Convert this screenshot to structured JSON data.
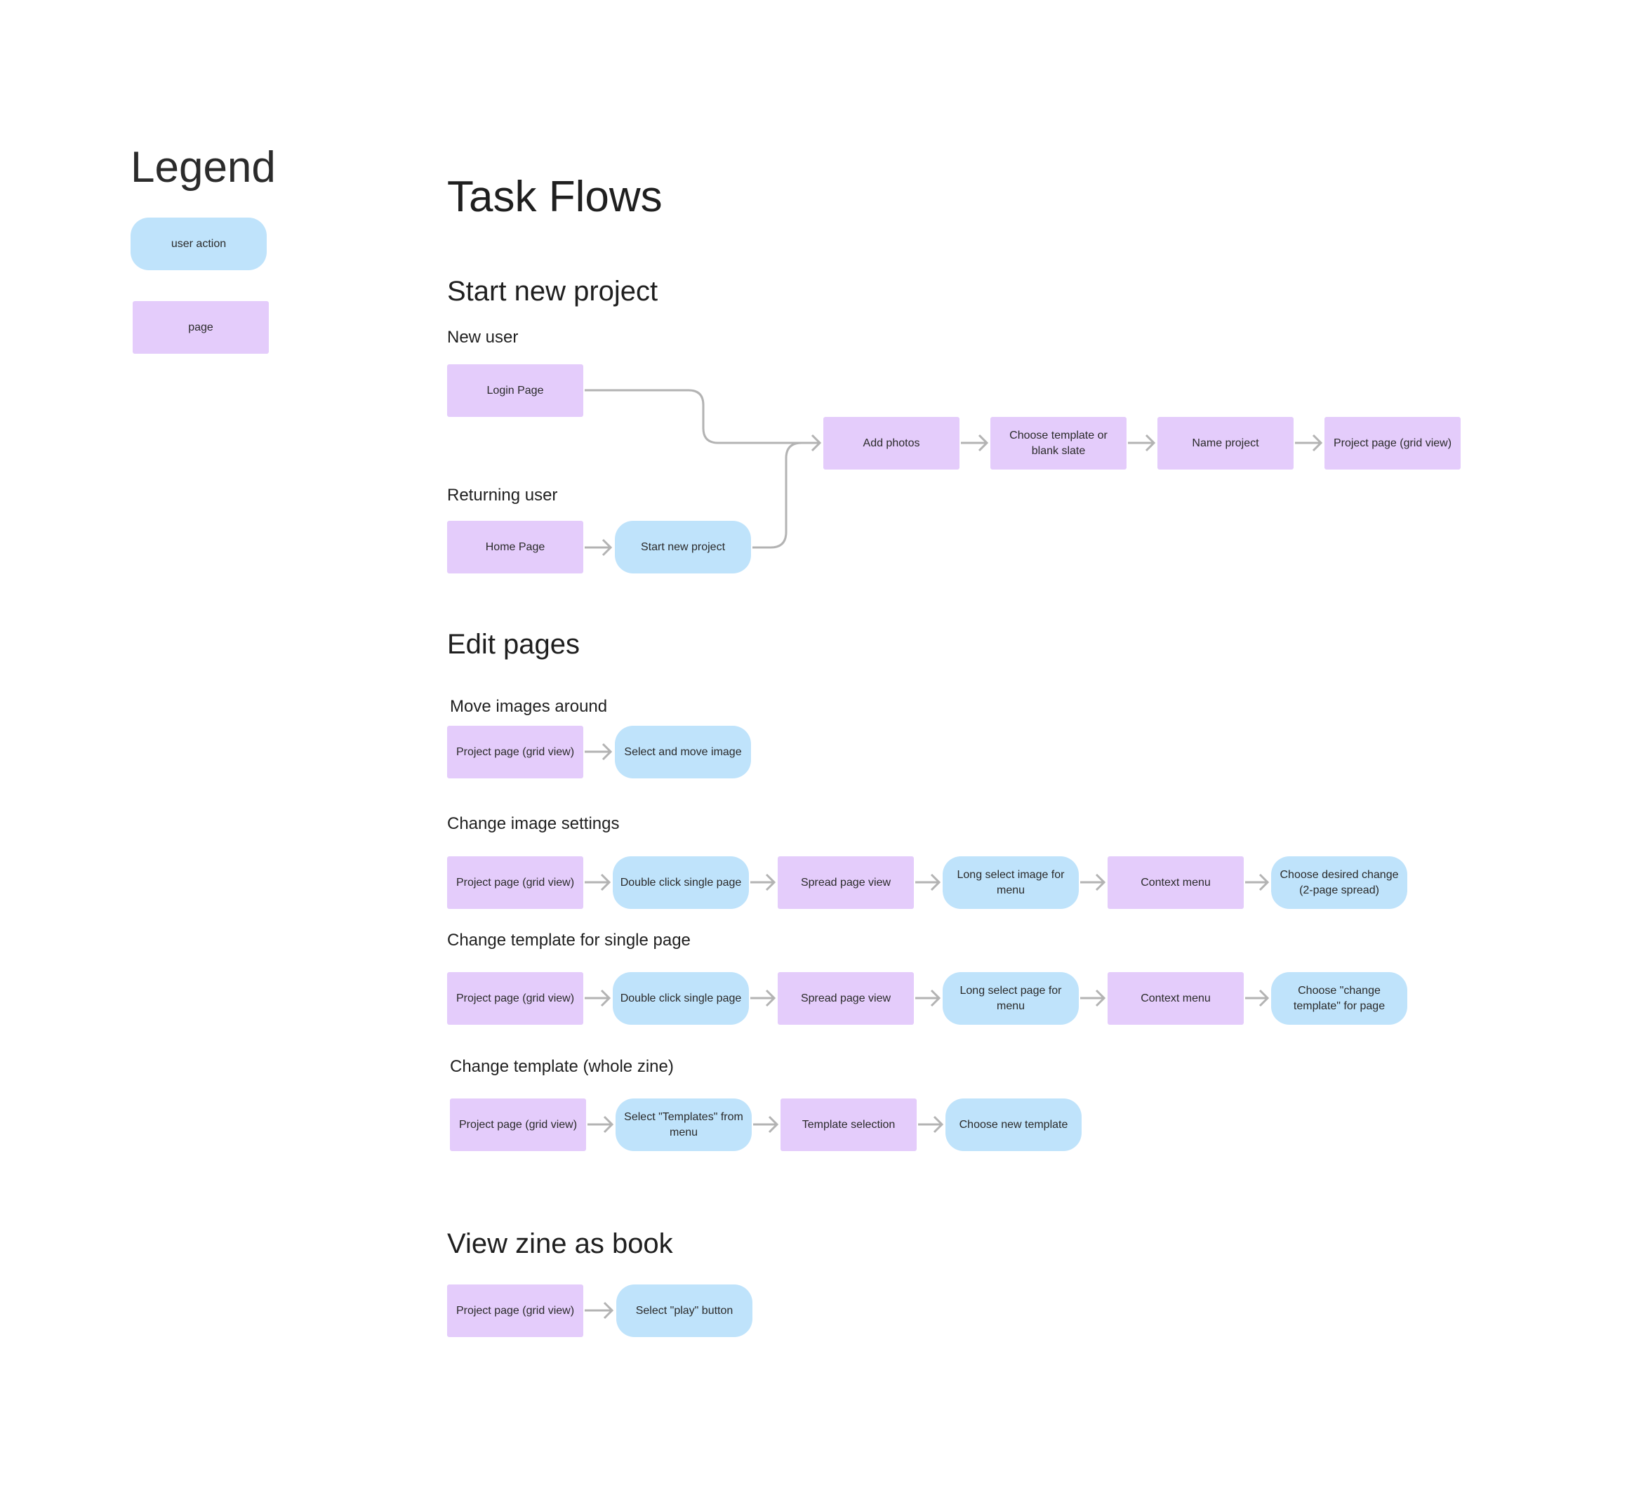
{
  "colors": {
    "page": "#e4ccfb",
    "user_action": "#bfe3fb",
    "connector": "#b3b3b3"
  },
  "legend": {
    "title": "Legend",
    "items": [
      {
        "label": "user action",
        "kind": "action"
      },
      {
        "label": "page",
        "kind": "page"
      }
    ]
  },
  "title": "Task Flows",
  "sections": {
    "start": {
      "title": "Start new project",
      "new_user": "New user",
      "returning_user": "Returning user",
      "nodes": {
        "login": "Login Page",
        "home": "Home Page",
        "start_new": "Start new project",
        "add_photos": "Add photos",
        "choose_template": "Choose template or blank slate",
        "name_project": "Name project",
        "project_page": "Project page (grid view)"
      }
    },
    "edit": {
      "title": "Edit pages",
      "move": {
        "title": "Move images around",
        "nodes": [
          "Project page (grid view)",
          "Select and move image"
        ]
      },
      "image_settings": {
        "title": "Change image settings",
        "nodes": [
          "Project page (grid view)",
          "Double click single page",
          "Spread page view",
          "Long select image for menu",
          "Context menu",
          "Choose desired change (2-page spread)"
        ]
      },
      "template_single": {
        "title": "Change template for single page",
        "nodes": [
          "Project page (grid view)",
          "Double click single page",
          "Spread page view",
          "Long select page for menu",
          "Context menu",
          "Choose \"change template\" for page"
        ]
      },
      "template_whole": {
        "title": "Change template (whole zine)",
        "nodes": [
          "Project page (grid view)",
          "Select \"Templates\" from menu",
          "Template selection",
          "Choose new template"
        ]
      }
    },
    "view": {
      "title": "View zine as book",
      "nodes": [
        "Project page (grid view)",
        "Select \"play\" button"
      ]
    }
  }
}
